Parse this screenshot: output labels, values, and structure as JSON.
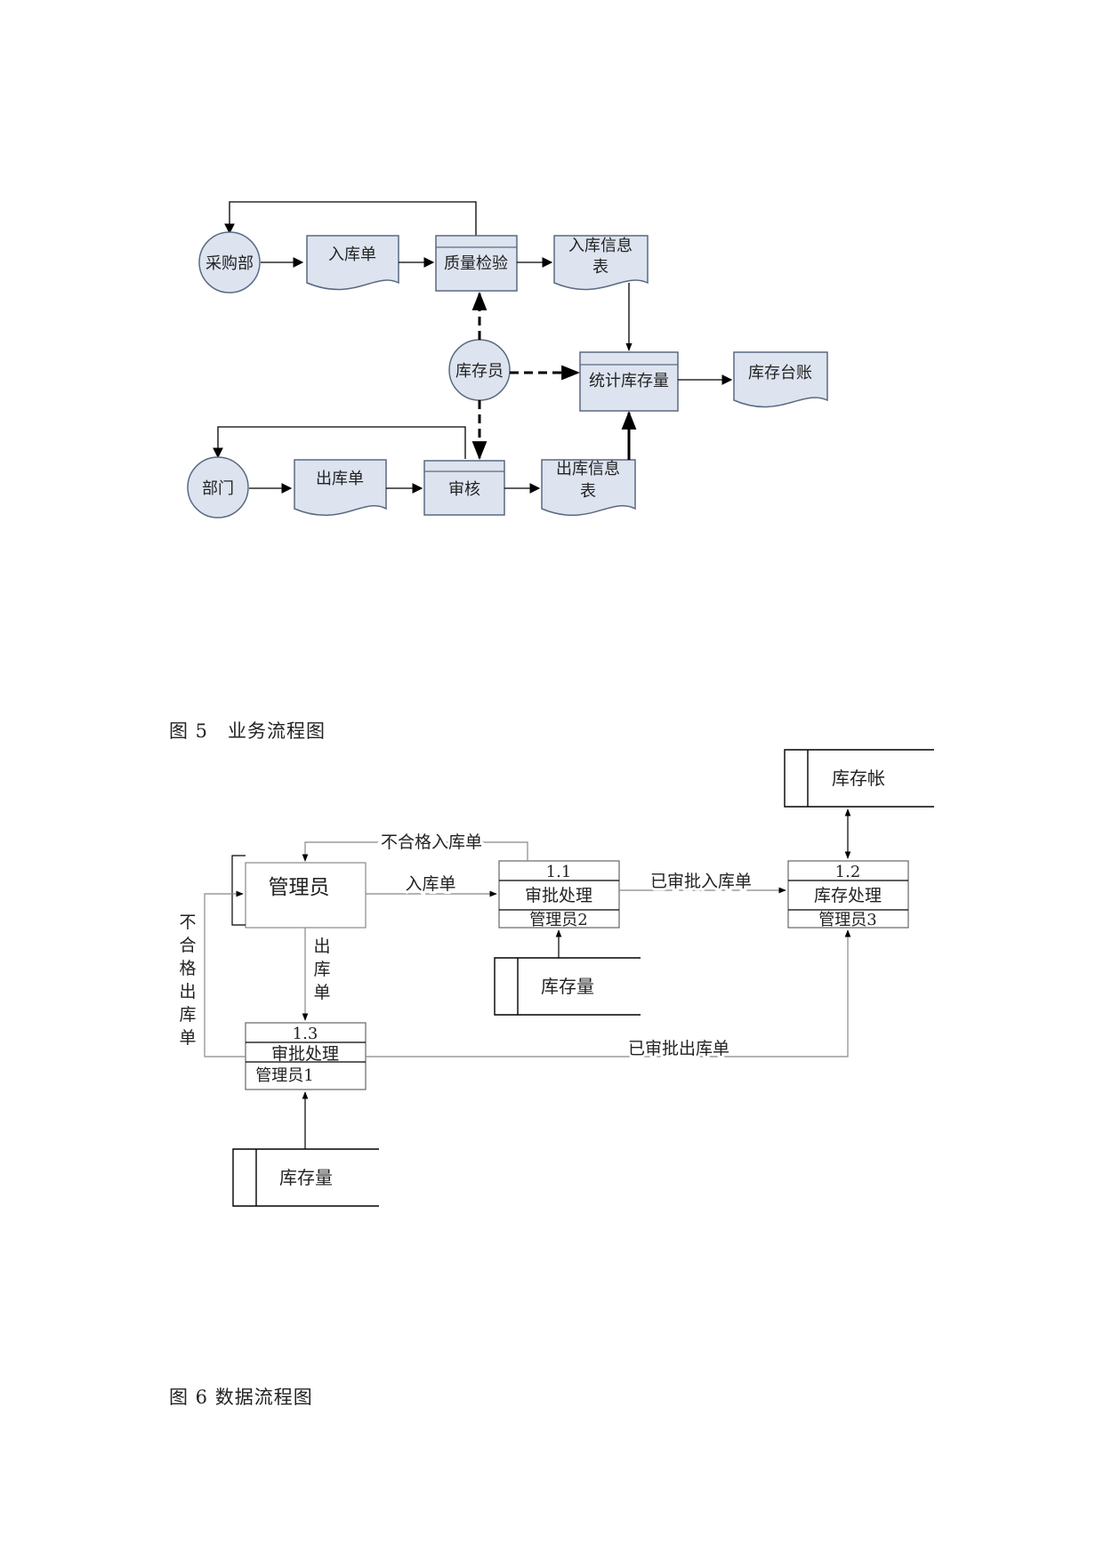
{
  "figure5": {
    "caption": "图 5　业务流程图",
    "nodes": {
      "purchase_dept": "采购部",
      "inbound_slip": "入库单",
      "quality_check": "质量检验",
      "inbound_info_1": "入库信息",
      "inbound_info_2": "表",
      "warehouse_keeper": "库存员",
      "stat_stock": "统计库存量",
      "stock_ledger": "库存台账",
      "department": "部门",
      "outbound_slip": "出库单",
      "audit": "审核",
      "outbound_info_1": "出库信息",
      "outbound_info_2": "表"
    },
    "colors": {
      "fill": "#dde4f0",
      "stroke": "#5a6a80"
    }
  },
  "figure6": {
    "caption": "图 6  数据流程图",
    "nodes": {
      "admin": "管理员",
      "p11_id": "1.1",
      "p11_name": "审批处理",
      "p11_owner": "管理员2",
      "p12_id": "1.2",
      "p12_name": "库存处理",
      "p12_owner": "管理员3",
      "p13_id": "1.3",
      "p13_name": "审批处理",
      "p13_owner": "管理员1",
      "store_ledger": "库存帐",
      "store_qty_1": "库存量",
      "store_qty_2": "库存量"
    },
    "flows": {
      "rejected_in": "不合格入库单",
      "inbound": "入库单",
      "approved_in": "已审批入库单",
      "outbound_v": [
        "出",
        "库",
        "单"
      ],
      "rejected_out_v": [
        "不",
        "合",
        "格",
        "出",
        "库",
        "单"
      ],
      "approved_out": "已审批出库单"
    }
  }
}
